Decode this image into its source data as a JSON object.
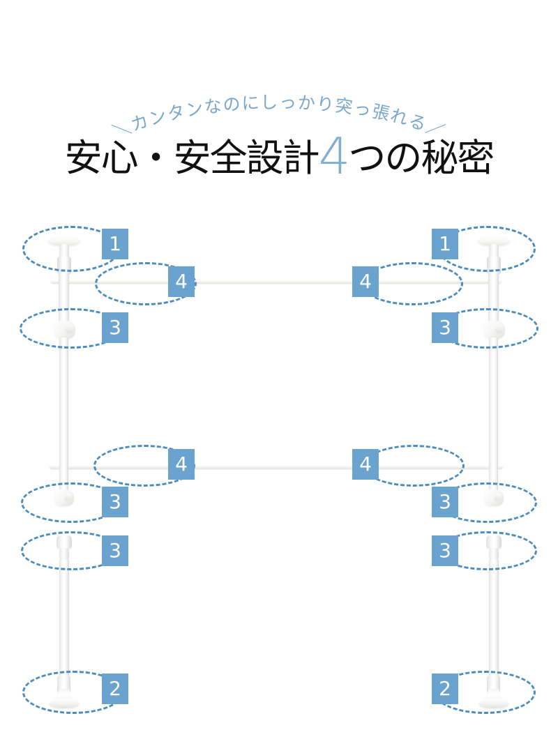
{
  "catch_copy": {
    "text": "＼カンタンなのにしっかり突っ張れる／",
    "color": "#7aa8cc"
  },
  "headline": {
    "prefix": "安心・安全設計",
    "number": "4",
    "suffix": "つの秘密",
    "number_color": "#7fb0d4",
    "text_color": "#111111"
  },
  "colors": {
    "badge_background": "#6aa3ce",
    "badge_text": "#ffffff",
    "ellipse_stroke": "#4b8cbe",
    "page_background": "#ffffff"
  },
  "product": {
    "name": "tension-pole-rack",
    "parts": {
      "ceiling_cap": "ceiling-cap",
      "floor_foot": "floor-foot",
      "adjust_knob": "adjustment-knob",
      "hanger_rod": "hanger-rod",
      "pole_shaft": "pole-shaft"
    }
  },
  "annotations": [
    {
      "id": "a1",
      "label": "1",
      "side": "left",
      "feature": "ceiling-cap"
    },
    {
      "id": "a2",
      "label": "4",
      "side": "left",
      "feature": "hanger-rod-top"
    },
    {
      "id": "a3",
      "label": "3",
      "side": "left",
      "feature": "adjustment-knob-upper"
    },
    {
      "id": "a4",
      "label": "4",
      "side": "left",
      "feature": "hanger-rod-mid"
    },
    {
      "id": "a5",
      "label": "3",
      "side": "left",
      "feature": "adjustment-knob-lower"
    },
    {
      "id": "a6",
      "label": "3",
      "side": "left",
      "feature": "adjustment-collar"
    },
    {
      "id": "a7",
      "label": "2",
      "side": "left",
      "feature": "floor-foot"
    },
    {
      "id": "a8",
      "label": "1",
      "side": "right",
      "feature": "ceiling-cap"
    },
    {
      "id": "a9",
      "label": "4",
      "side": "right",
      "feature": "hanger-rod-top"
    },
    {
      "id": "a10",
      "label": "3",
      "side": "right",
      "feature": "adjustment-knob-upper"
    },
    {
      "id": "a11",
      "label": "4",
      "side": "right",
      "feature": "hanger-rod-mid"
    },
    {
      "id": "a12",
      "label": "3",
      "side": "right",
      "feature": "adjustment-knob-lower"
    },
    {
      "id": "a13",
      "label": "3",
      "side": "right",
      "feature": "adjustment-collar"
    },
    {
      "id": "a14",
      "label": "2",
      "side": "right",
      "feature": "floor-foot"
    }
  ]
}
